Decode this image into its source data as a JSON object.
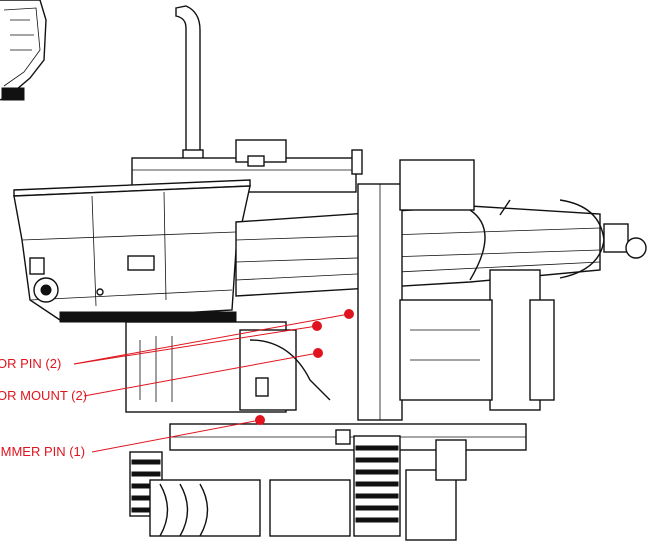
{
  "callouts": [
    {
      "label": "OR PIN (2)"
    },
    {
      "label": "OR MOUNT (2)"
    },
    {
      "label": "IMMER PIN (1)"
    }
  ],
  "colors": {
    "callout": "#e0141e",
    "line_art": "#111111",
    "background": "#ffffff"
  }
}
